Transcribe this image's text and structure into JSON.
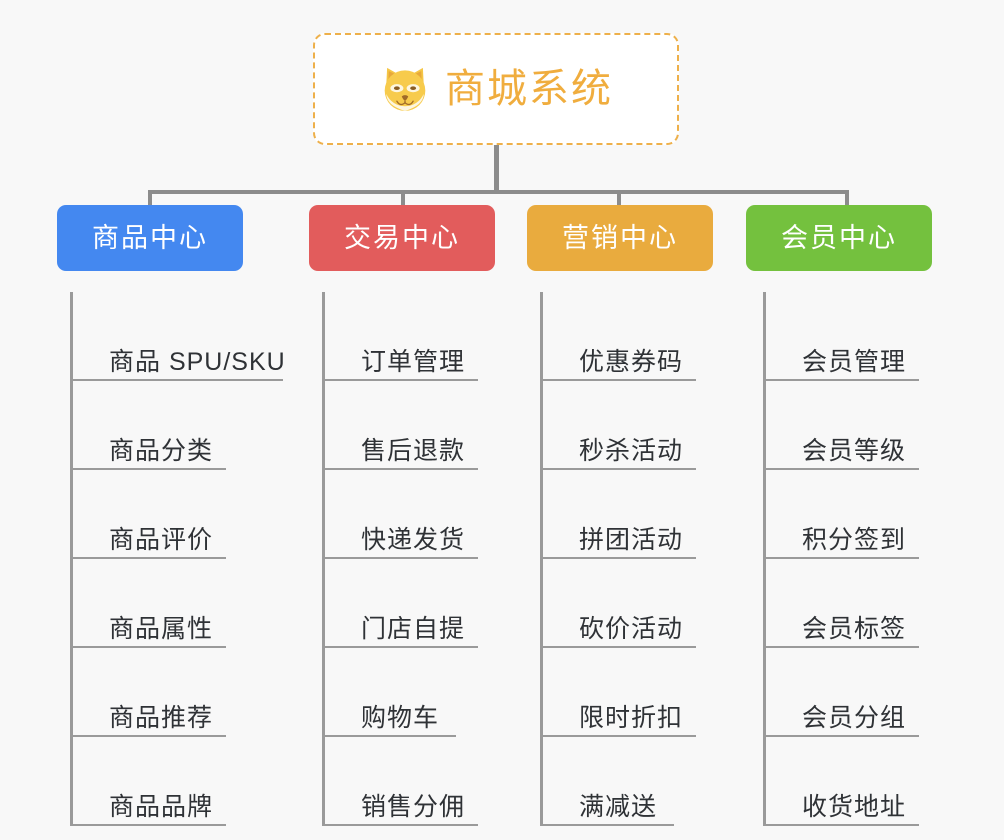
{
  "diagram": {
    "type": "mindmap-tree",
    "background_color": "#f8f8f8",
    "root": {
      "title": "商城系统",
      "icon": "shiba-dog-icon",
      "border_color": "#eeb04a",
      "text_color": "#f0ad3e",
      "background_color": "#ffffff"
    },
    "connector_color": "#8c8c8c",
    "branches": [
      {
        "label": "商品中心",
        "color": "#4488f0",
        "items": [
          "商品 SPU/SKU",
          "商品分类",
          "商品评价",
          "商品属性",
          "商品推荐",
          "商品品牌"
        ]
      },
      {
        "label": "交易中心",
        "color": "#e25c5c",
        "items": [
          "订单管理",
          "售后退款",
          "快递发货",
          "门店自提",
          "购物车",
          "销售分佣"
        ]
      },
      {
        "label": "营销中心",
        "color": "#e9ab3e",
        "items": [
          "优惠券码",
          "秒杀活动",
          "拼团活动",
          "砍价活动",
          "限时折扣",
          "满减送"
        ]
      },
      {
        "label": "会员中心",
        "color": "#74c13e",
        "items": [
          "会员管理",
          "会员等级",
          "积分签到",
          "会员标签",
          "会员分组",
          "收货地址"
        ]
      }
    ]
  }
}
